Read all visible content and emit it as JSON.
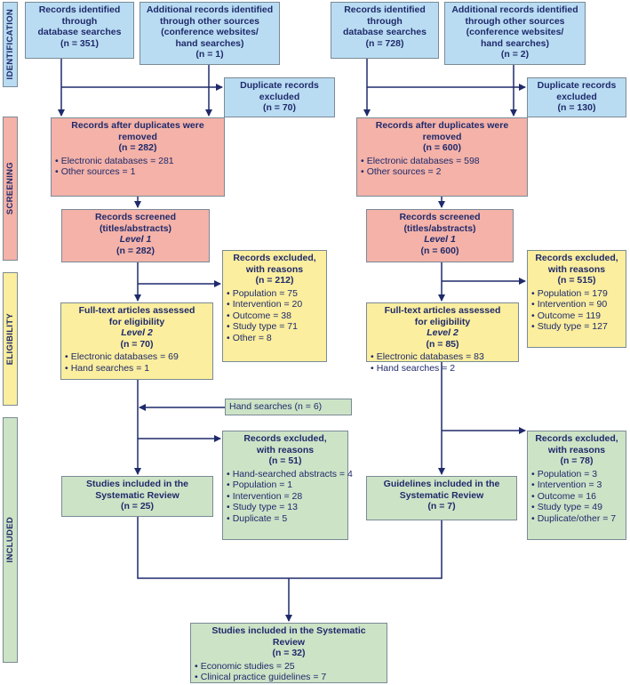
{
  "stages": {
    "identification": "IDENTIFICATION",
    "screening": "SCREENING",
    "eligibility": "ELIGIBILITY",
    "included": "INCLUDED"
  },
  "left": {
    "db_search": {
      "line1": "Records identified",
      "line2": "through",
      "line3": "database searches",
      "count": "(n = 351)"
    },
    "other_sources": {
      "line1": "Additional records identified",
      "line2": "through other sources",
      "line3": "(conference websites/",
      "line4": "hand searches)",
      "count": "(n = 1)"
    },
    "duplicates": {
      "line1": "Duplicate records",
      "line2": "excluded",
      "count": "(n = 70)"
    },
    "after_dup": {
      "line1": "Records after duplicates were",
      "line2": "removed",
      "count": "(n = 282)",
      "items": [
        "Electronic databases = 281",
        "Other sources = 1"
      ]
    },
    "screened": {
      "line1": "Records screened",
      "line2": "(titles/abstracts)",
      "level": "Level 1",
      "count": "(n = 282)"
    },
    "excluded1": {
      "line1": "Records excluded,",
      "line2": "with reasons",
      "count": "(n = 212)",
      "items": [
        "Population = 75",
        "Intervention = 20",
        "Outcome = 38",
        "Study type = 71",
        "Other = 8"
      ]
    },
    "fulltext": {
      "line1": "Full-text articles assessed",
      "line2": "for eligibility",
      "level": "Level 2",
      "count": "(n = 70)",
      "items": [
        "Electronic databases = 69",
        "Hand searches = 1"
      ]
    },
    "hand_searches": "Hand searches (n = 6)",
    "excluded2": {
      "line1": "Records excluded,",
      "line2": "with reasons",
      "count": "(n = 51)",
      "items": [
        "Hand-searched abstracts = 4",
        "Population = 1",
        "Intervention = 28",
        "Study type = 13",
        "Duplicate = 5"
      ]
    },
    "included": {
      "line1": "Studies included in the",
      "line2": "Systematic Review",
      "count": "(n = 25)"
    }
  },
  "right": {
    "db_search": {
      "line1": "Records identified",
      "line2": "through",
      "line3": "database searches",
      "count": "(n = 728)"
    },
    "other_sources": {
      "line1": "Additional records identified",
      "line2": "through other sources",
      "line3": "(conference websites/",
      "line4": "hand searches)",
      "count": "(n = 2)"
    },
    "duplicates": {
      "line1": "Duplicate records",
      "line2": "excluded",
      "count": "(n = 130)"
    },
    "after_dup": {
      "line1": "Records after duplicates were",
      "line2": "removed",
      "count": "(n = 600)",
      "items": [
        "Electronic databases = 598",
        "Other sources = 2"
      ]
    },
    "screened": {
      "line1": "Records screened",
      "line2": "(titles/abstracts)",
      "level": "Level 1",
      "count": "(n = 600)"
    },
    "excluded1": {
      "line1": "Records excluded,",
      "line2": "with reasons",
      "count": "(n = 515)",
      "items": [
        "Population = 179",
        "Intervention = 90",
        "Outcome = 119",
        "Study type = 127"
      ]
    },
    "fulltext": {
      "line1": "Full-text articles assessed",
      "line2": "for eligibility",
      "level": "Level 2",
      "count": "(n = 85)",
      "items": [
        "Electronic databases = 83",
        "Hand searches = 2"
      ]
    },
    "excluded2": {
      "line1": "Records excluded,",
      "line2": "with reasons",
      "count": "(n = 78)",
      "items": [
        "Population = 3",
        "Intervention = 3",
        "Outcome = 16",
        "Study type = 49",
        "Duplicate/other = 7"
      ]
    },
    "included": {
      "line1": "Guidelines included in the",
      "line2": "Systematic Review",
      "count": "(n = 7)"
    }
  },
  "final": {
    "line1": "Studies included in the Systematic Review",
    "count": "(n = 32)",
    "items": [
      "Economic studies = 25",
      "Clinical practice guidelines = 7"
    ]
  }
}
